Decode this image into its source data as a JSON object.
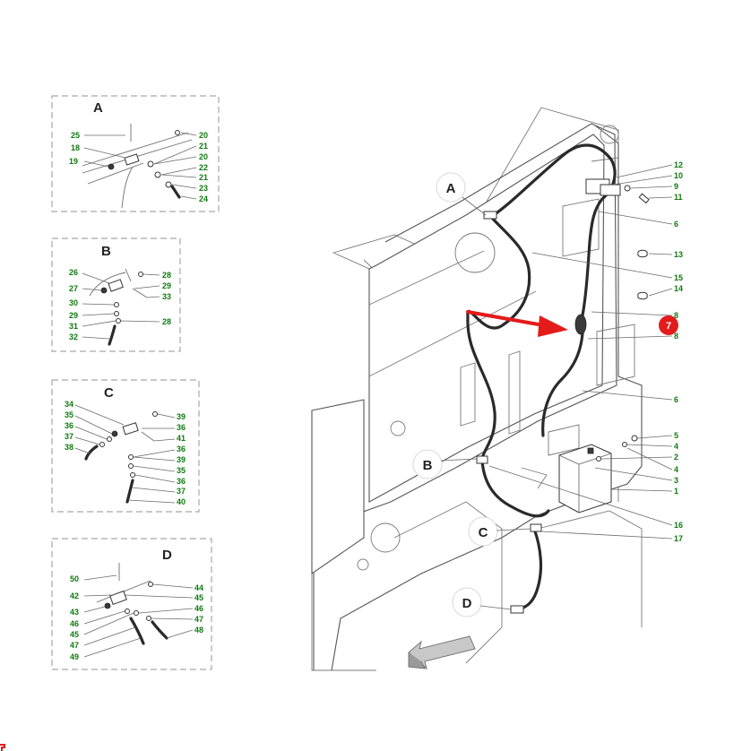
{
  "insets": [
    {
      "letter": "A",
      "left_labels": [
        "25",
        "18",
        "19"
      ],
      "right_labels": [
        "20",
        "21",
        "20",
        "22",
        "21",
        "23",
        "24"
      ]
    },
    {
      "letter": "B",
      "left_labels": [
        "26",
        "27",
        "30",
        "29",
        "31",
        "32"
      ],
      "right_labels": [
        "28",
        "29",
        "33",
        "28"
      ]
    },
    {
      "letter": "C",
      "left_labels": [
        "34",
        "35",
        "36",
        "37",
        "38"
      ],
      "right_labels": [
        "39",
        "36",
        "41",
        "36",
        "39",
        "35",
        "36",
        "37",
        "40"
      ]
    },
    {
      "letter": "D",
      "left_labels": [
        "50",
        "42",
        "43",
        "46",
        "45",
        "47",
        "49"
      ],
      "right_labels": [
        "44",
        "45",
        "46",
        "47",
        "48"
      ]
    }
  ],
  "main": {
    "callouts": [
      "A",
      "B",
      "C",
      "D"
    ],
    "part_labels": [
      "12",
      "10",
      "9",
      "11",
      "6",
      "13",
      "15",
      "14",
      "8",
      "8",
      "6",
      "5",
      "4",
      "2",
      "4",
      "3",
      "1",
      "16",
      "17"
    ],
    "highlight": {
      "label": "7",
      "color": "#e31b1b"
    }
  },
  "colors": {
    "part_number": "#0f7a0f",
    "highlight": "#e31b1b",
    "hose": "#2a2a2a"
  },
  "icons": [
    "direction-arrow-icon",
    "red-pointer-arrow-icon"
  ]
}
